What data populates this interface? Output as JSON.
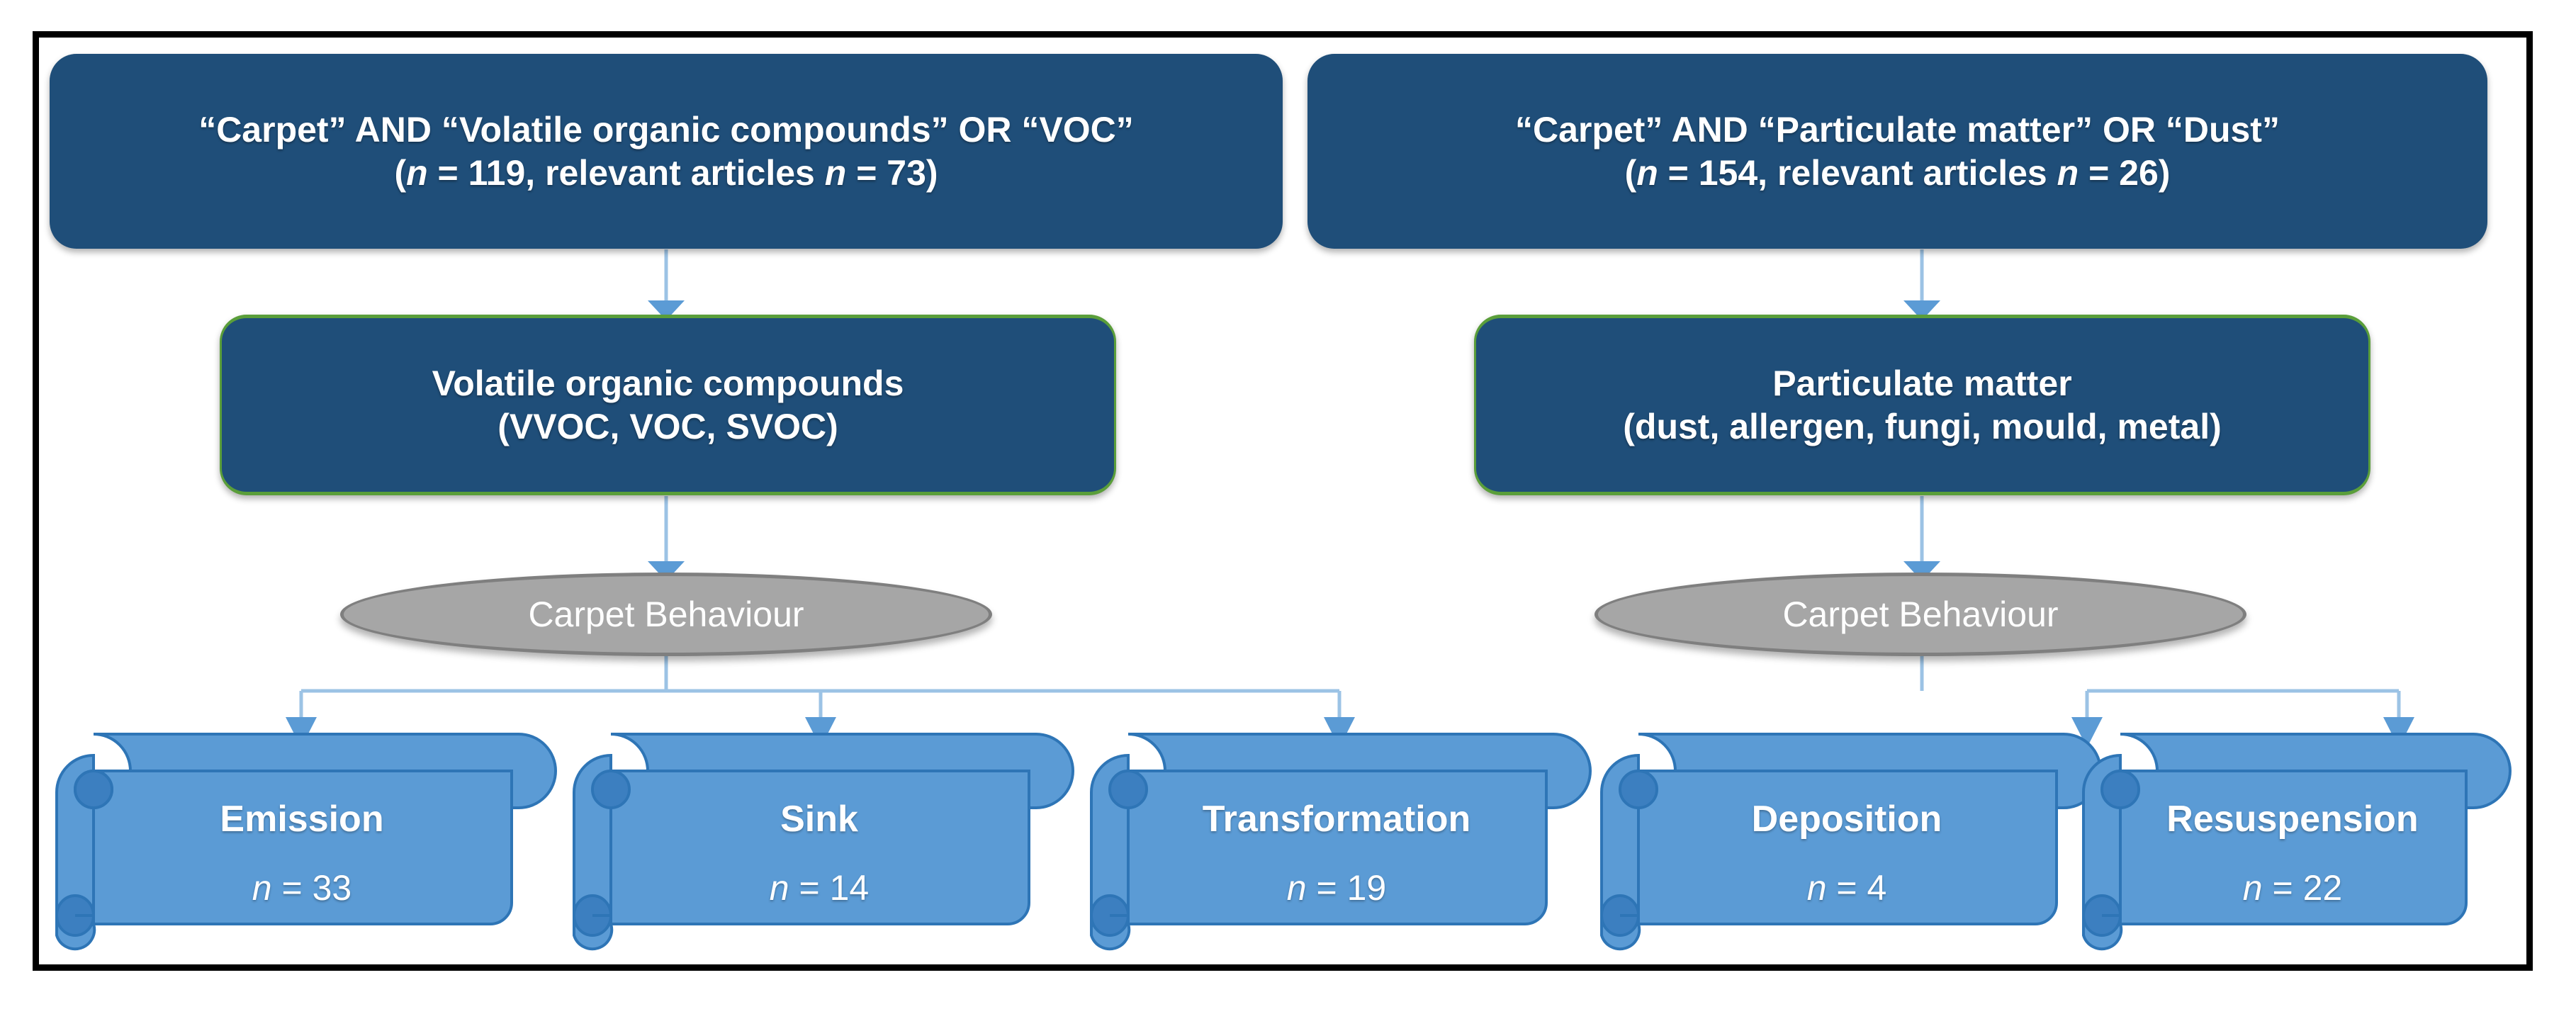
{
  "figure": {
    "title": "Carpet literature search and carpet behaviour classification flow chart",
    "colors": {
      "dark_blue": "#1F4E79",
      "light_blue": "#5B9BD5",
      "grey": "#A6A6A6",
      "grey_border": "#7F7F7F",
      "green_accent": "#5A9E3A",
      "connector_blue": "#5B9BD5",
      "frame_black": "#000000",
      "background": "#FFFFFF"
    }
  },
  "branches": [
    {
      "id": "voc",
      "query": {
        "line1": "“Carpet” AND “Volatile organic compounds” OR “VOC”",
        "line2_pre": "(",
        "line2_n1_label": "n",
        "line2_mid1": " = 119, relevant articles ",
        "line2_n2_label": "n",
        "line2_mid2": " = 73)",
        "total_n": 119,
        "relevant_n": 73
      },
      "category": {
        "line1": "Volatile organic compounds",
        "line2": "(VVOC, VOC, SVOC)"
      },
      "behaviour_label": "Carpet Behaviour",
      "outcomes": [
        {
          "label": "Emission",
          "n_label": "n",
          "n_text": " = 33",
          "n": 33
        },
        {
          "label": "Sink",
          "n_label": "n",
          "n_text": " = 14",
          "n": 14
        },
        {
          "label": "Transformation",
          "n_label": "n",
          "n_text": " = 19",
          "n": 19
        }
      ]
    },
    {
      "id": "pm",
      "query": {
        "line1": "“Carpet” AND “Particulate matter” OR “Dust”",
        "line2_pre": "(",
        "line2_n1_label": "n",
        "line2_mid1": " = 154, relevant articles ",
        "line2_n2_label": "n",
        "line2_mid2": " = 26)",
        "total_n": 154,
        "relevant_n": 26
      },
      "category": {
        "line1": "Particulate matter",
        "line2": "(dust, allergen, fungi, mould, metal)"
      },
      "behaviour_label": "Carpet Behaviour",
      "outcomes": [
        {
          "label": "Deposition",
          "n_label": "n",
          "n_text": " = 4",
          "n": 4
        },
        {
          "label": "Resuspension",
          "n_label": "n",
          "n_text": " = 22",
          "n": 22
        }
      ]
    }
  ]
}
